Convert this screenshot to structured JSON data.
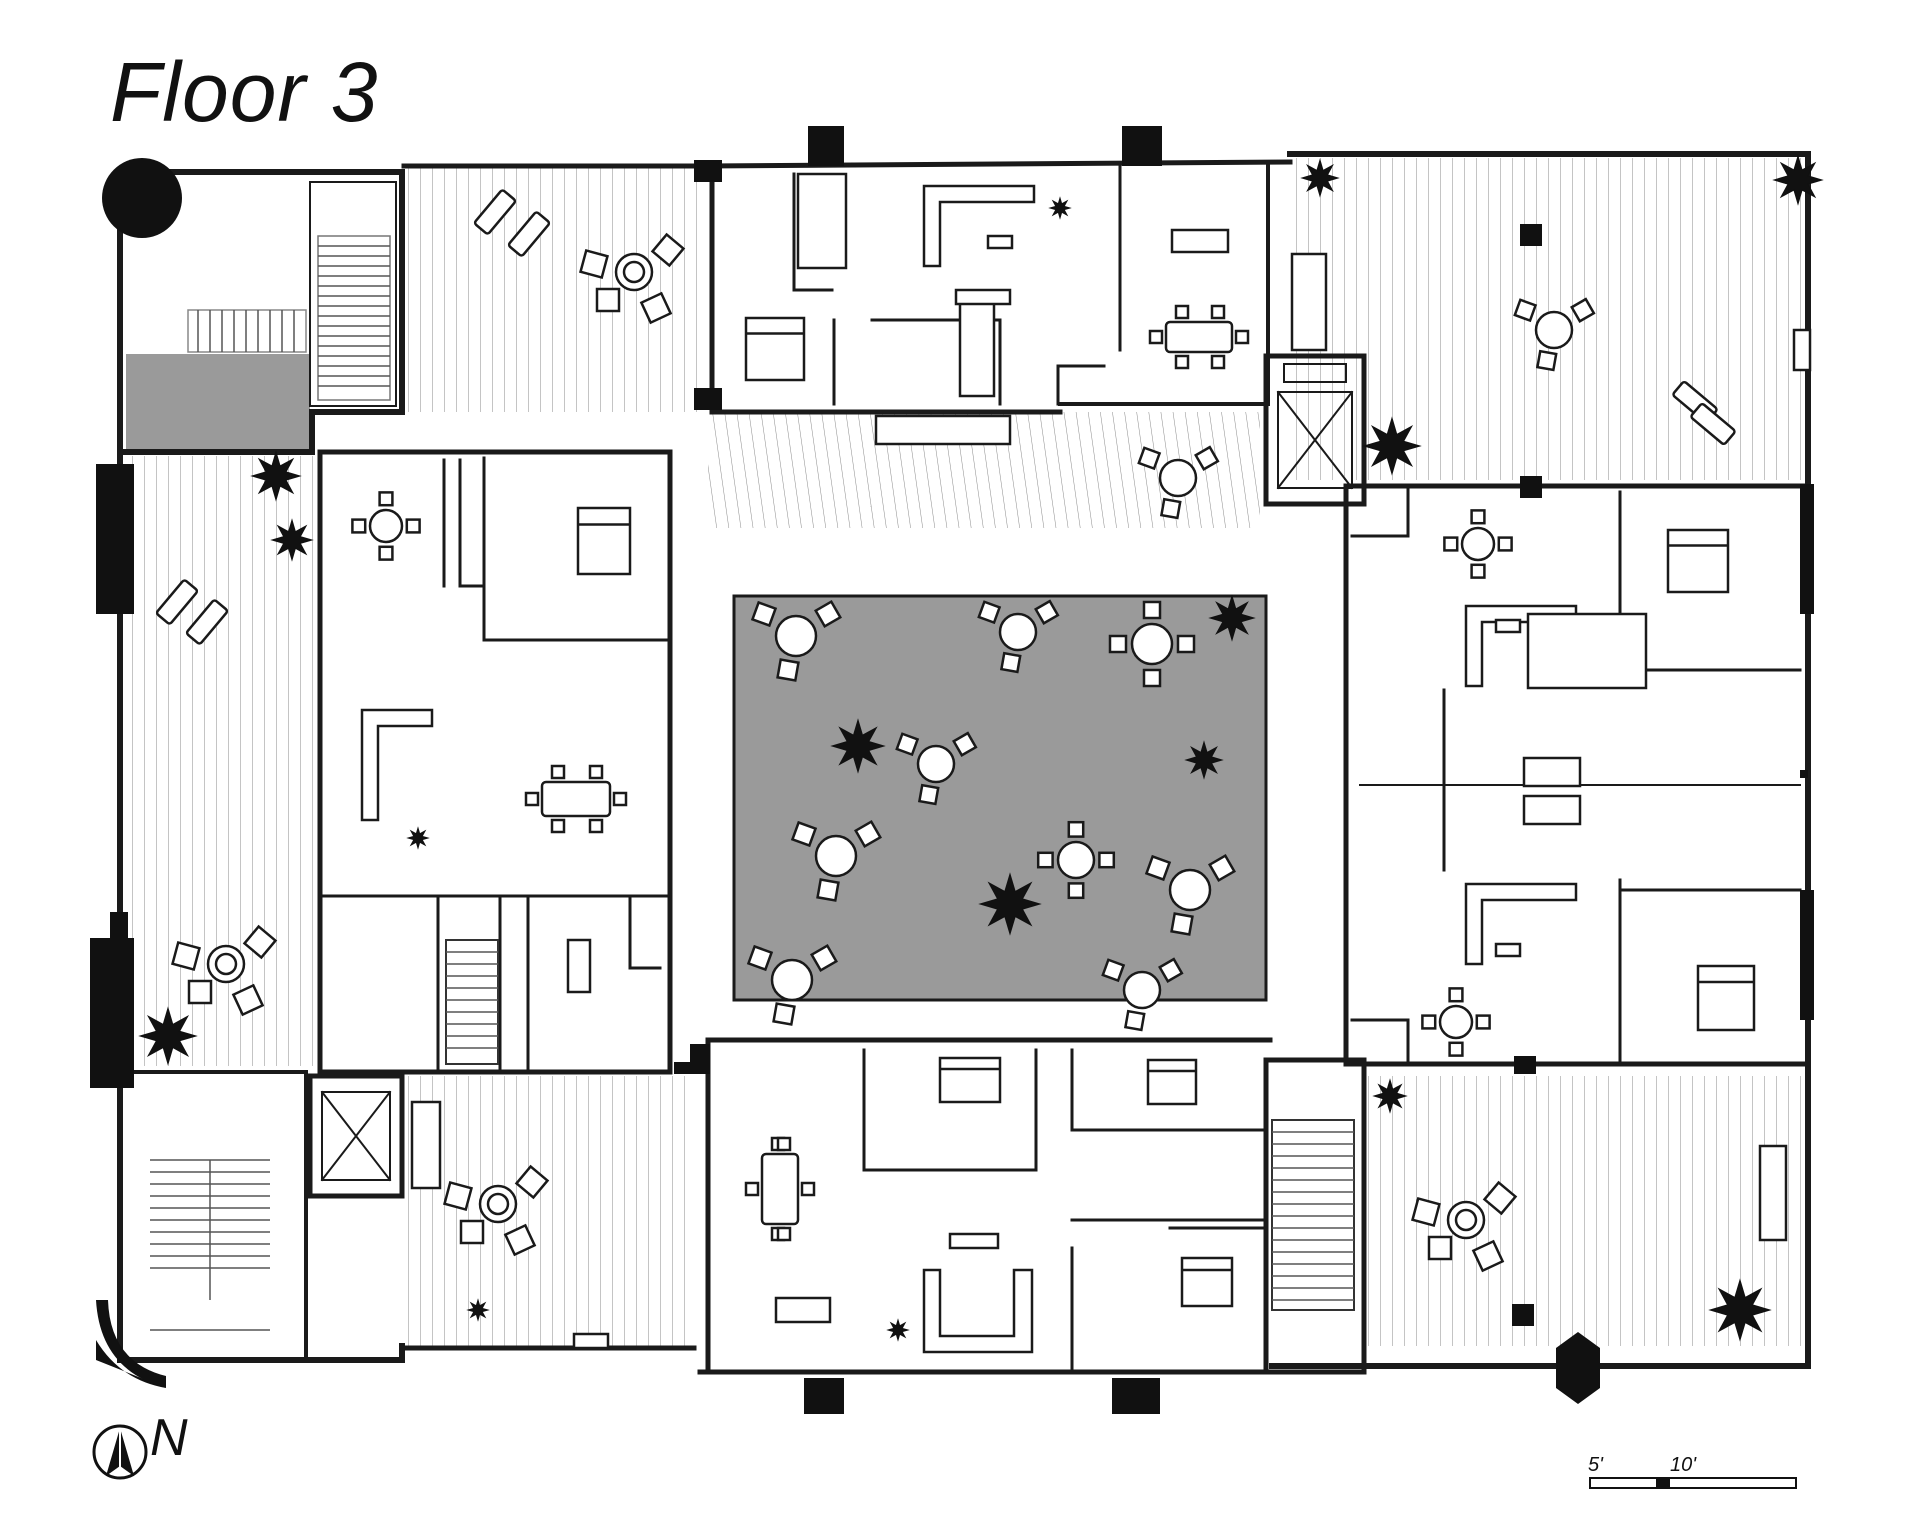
{
  "title": "Floor 3",
  "north_arrow": {
    "label": "N",
    "icon": "north-arrow-icon"
  },
  "scale_bar": {
    "labels": [
      "5'",
      "10'"
    ]
  },
  "colors": {
    "wall": "#1a1a1a",
    "courtyard": "#9a9a9a",
    "stair_fill": "#999999",
    "deck_line": "#8a8a8a",
    "background": "#ffffff"
  }
}
